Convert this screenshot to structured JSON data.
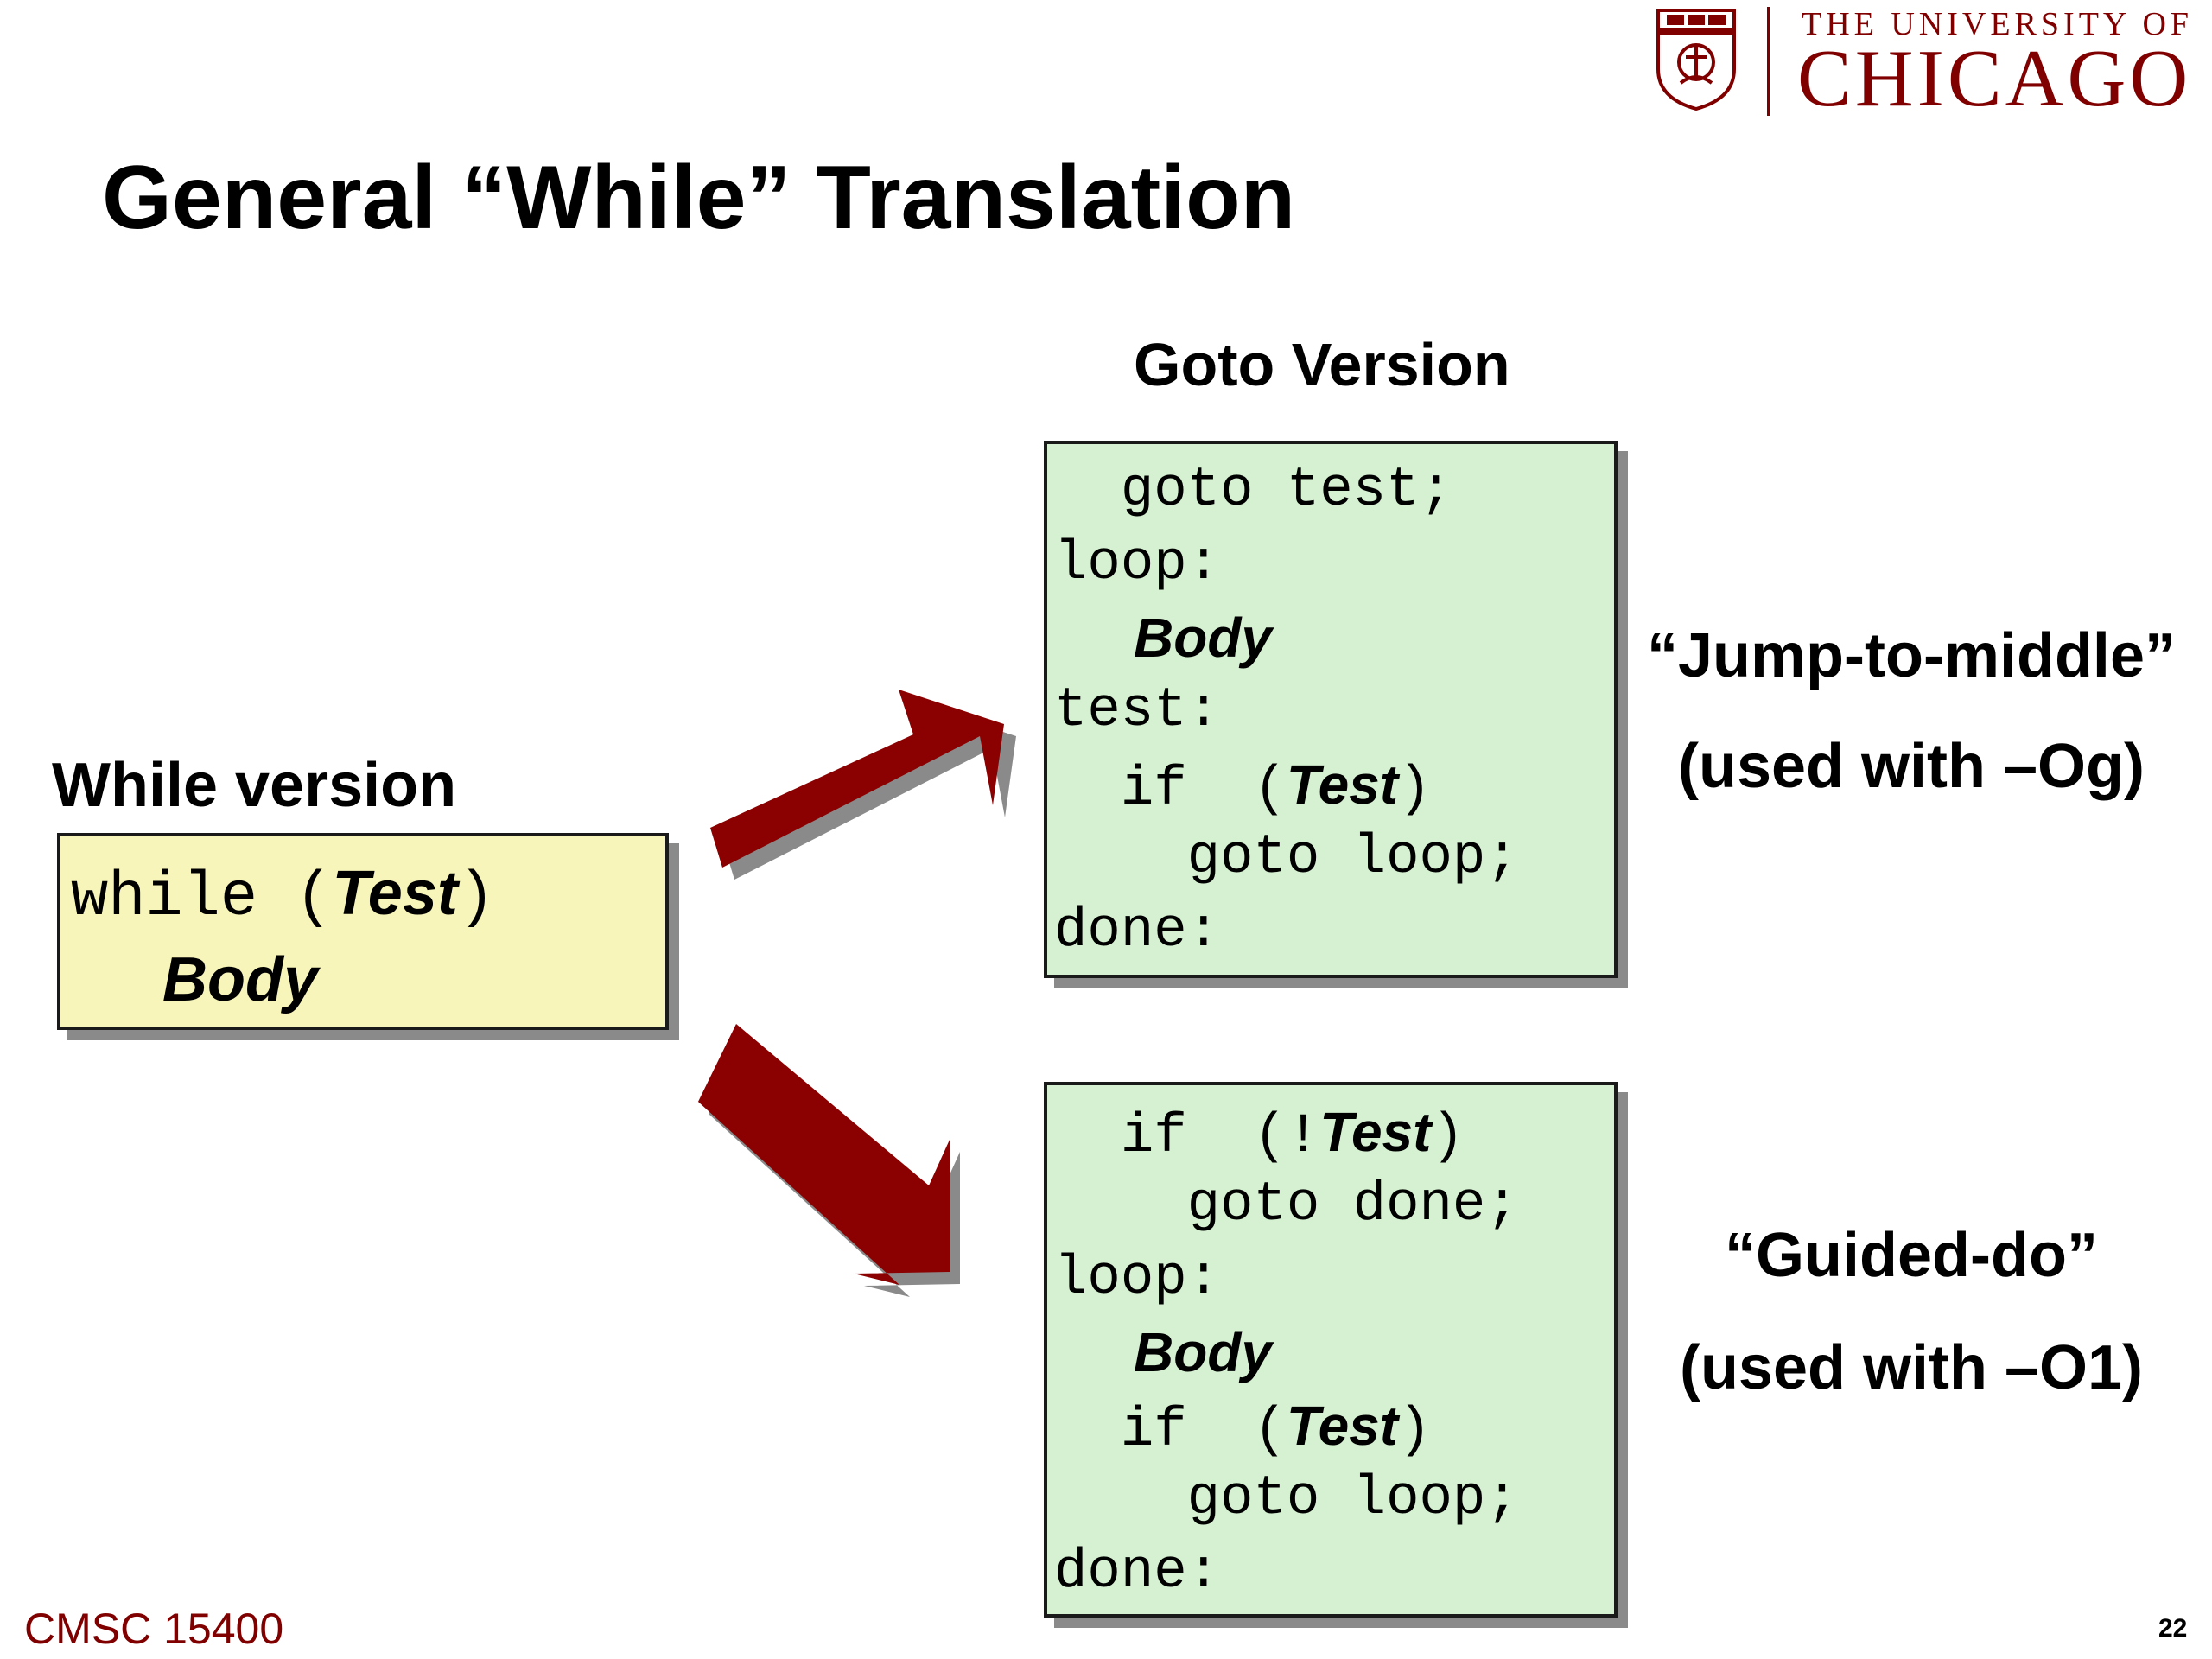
{
  "logo": {
    "line1": "THE UNIVERSITY OF",
    "line2": "CHICAGO",
    "crest_icon": "university-crest-icon"
  },
  "title": "General “While” Translation",
  "goto_heading": "Goto Version",
  "while_heading": "While version",
  "while_code": {
    "keyword": "while",
    "open": " (",
    "test": "Test",
    "close": ")",
    "body": "Body"
  },
  "jump_to_middle_code": {
    "line1": "  goto test;",
    "line2": "loop:",
    "body": "Body",
    "line4": "test:",
    "if_prefix": "  if  (",
    "test": "Test",
    "if_suffix": ")",
    "line6": "    goto loop;",
    "line7": "done:"
  },
  "guarded_do_code": {
    "if1_prefix": "  if  (!",
    "test1": "Test",
    "if1_suffix": ")",
    "line2": "    goto done;",
    "line3": "loop:",
    "body": "Body",
    "if2_prefix": "  if  (",
    "test2": "Test",
    "if2_suffix": ")",
    "line6": "    goto loop;",
    "line7": "done:"
  },
  "labels": {
    "jump_to_middle": "“Jump-to-middle”",
    "jump_to_middle_sub": "(used with –Og)",
    "guided_do": "“Guided-do”",
    "guided_do_sub": "(used with –O1)"
  },
  "footer": {
    "course": "CMSC 15400",
    "page": "22"
  },
  "colors": {
    "maroon": "#800000",
    "arrow": "#8b0000",
    "while_box": "#f7f5b9",
    "goto_box": "#d6f1d2"
  }
}
